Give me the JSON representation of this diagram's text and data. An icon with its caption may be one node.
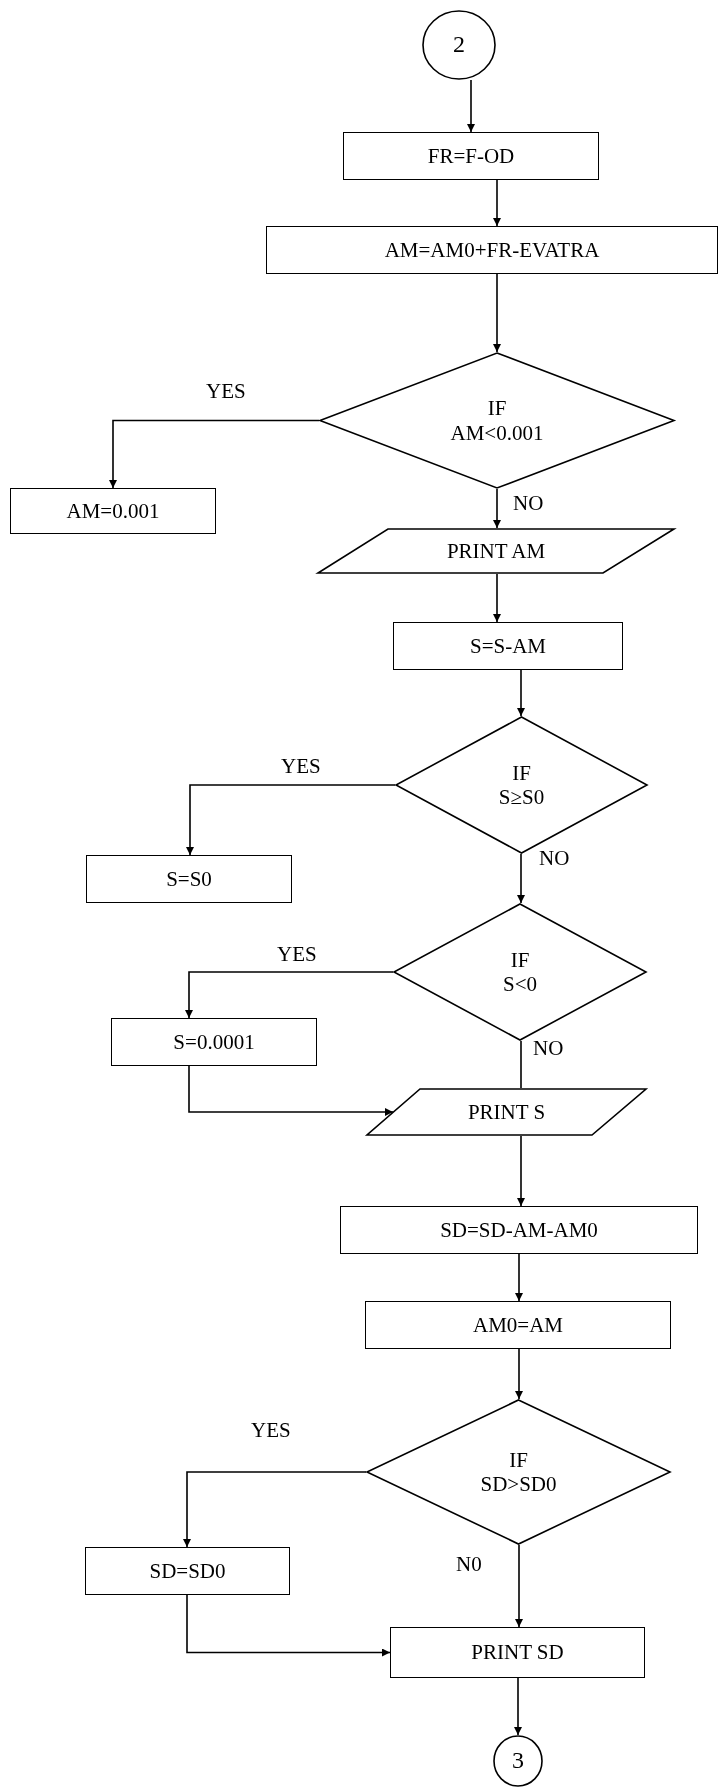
{
  "diagram": {
    "nodes": [
      {
        "text": [
          "2"
        ]
      },
      {
        "text": [
          "FR=F-OD"
        ]
      },
      {
        "text": [
          "AM=AM0+FR-EVATRA"
        ]
      },
      {
        "text": [
          "IF",
          "AM<0.001"
        ]
      },
      {
        "text": [
          "AM=0.001"
        ]
      },
      {
        "text": [
          "PRINT AM"
        ]
      },
      {
        "text": [
          "S=S-AM"
        ]
      },
      {
        "text": [
          "IF",
          "S≥S0"
        ]
      },
      {
        "text": [
          "S=S0"
        ]
      },
      {
        "text": [
          "IF",
          "S<0"
        ]
      },
      {
        "text": [
          "S=0.0001"
        ]
      },
      {
        "text": [
          "PRINT S"
        ]
      },
      {
        "text": [
          "SD=SD-AM-AM0"
        ]
      },
      {
        "text": [
          "AM0=AM"
        ]
      },
      {
        "text": [
          "IF",
          "SD>SD0"
        ]
      },
      {
        "text": [
          "SD=SD0"
        ]
      },
      {
        "text": [
          "PRINT SD"
        ]
      },
      {
        "text": [
          "3"
        ]
      }
    ],
    "edges": [
      {
        "from": 0,
        "to": 1,
        "arrow": "to"
      },
      {
        "from": 1,
        "to": 2,
        "arrow": "to"
      },
      {
        "from": 2,
        "to": 3,
        "arrow": "to"
      },
      {
        "from": 3,
        "to": 4,
        "arrow": "to",
        "label": "YES"
      },
      {
        "from": 3,
        "to": 5,
        "arrow": "to",
        "label": "NO"
      },
      {
        "from": 5,
        "to": 6,
        "arrow": "to"
      },
      {
        "from": 6,
        "to": 7,
        "arrow": "to"
      },
      {
        "from": 7,
        "to": 8,
        "arrow": "to",
        "label": "YES"
      },
      {
        "from": 7,
        "to": 9,
        "arrow": "to",
        "label": "NO"
      },
      {
        "from": 9,
        "to": 10,
        "arrow": "to",
        "label": "YES"
      },
      {
        "from": 9,
        "to": 11,
        "arrow": "none",
        "label": "NO"
      },
      {
        "from": 10,
        "to": 11,
        "arrow": "to"
      },
      {
        "from": 11,
        "to": 12,
        "arrow": "to"
      },
      {
        "from": 12,
        "to": 13,
        "arrow": "to"
      },
      {
        "from": 13,
        "to": 14,
        "arrow": "to"
      },
      {
        "from": 14,
        "to": 15,
        "arrow": "to",
        "label": "YES"
      },
      {
        "from": 14,
        "to": 16,
        "arrow": "to",
        "label": "N0"
      },
      {
        "from": 15,
        "to": 16,
        "arrow": "to"
      },
      {
        "from": 16,
        "to": 17,
        "arrow": "to"
      }
    ]
  }
}
